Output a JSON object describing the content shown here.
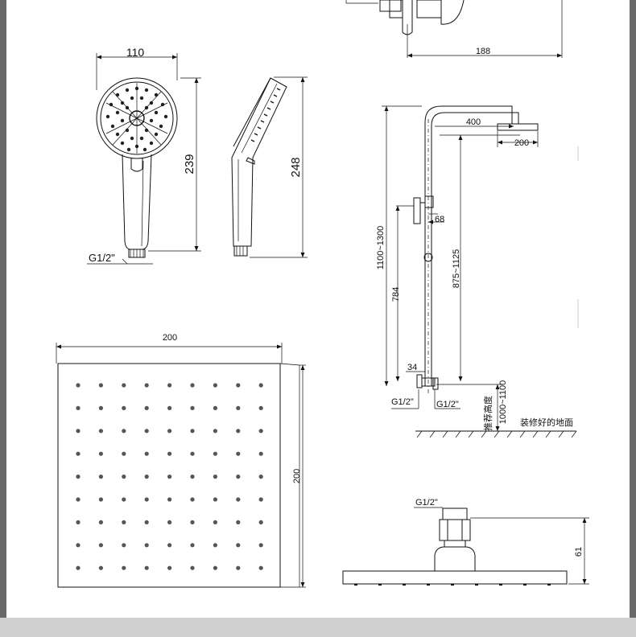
{
  "dimensions": {
    "top_width": "188",
    "handshower_width": "110",
    "handshower_height_front": "239",
    "handshower_height_side": "248",
    "handshower_thread": "G1/2\"",
    "arm_length": "400",
    "head_width_side": "200",
    "outlet_offset": "68",
    "column_height": "1100~1300",
    "slider_range": "875~1125",
    "lower_height": "784",
    "valve_offset": "34",
    "inlet_thread_left": "G1/2\"",
    "inlet_thread_right": "G1/2\"",
    "recommended_height": "推荐高度",
    "recommended_range": "1000~1100",
    "finished_floor": "装修好的地面",
    "square_top": "200",
    "square_side": "200",
    "head_thread": "G1/2\"",
    "head_depth": "61"
  }
}
